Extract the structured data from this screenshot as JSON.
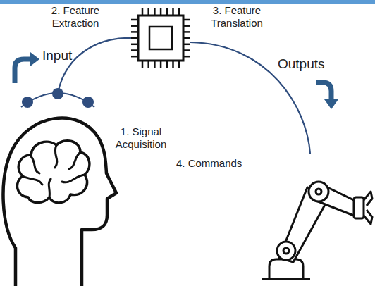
{
  "diagram": {
    "labels": [
      "2. Feature Extraction",
      "3. Feature Translation",
      "Input",
      "Outputs",
      "1. Signal Acquisition",
      "4. Commands"
    ]
  }
}
